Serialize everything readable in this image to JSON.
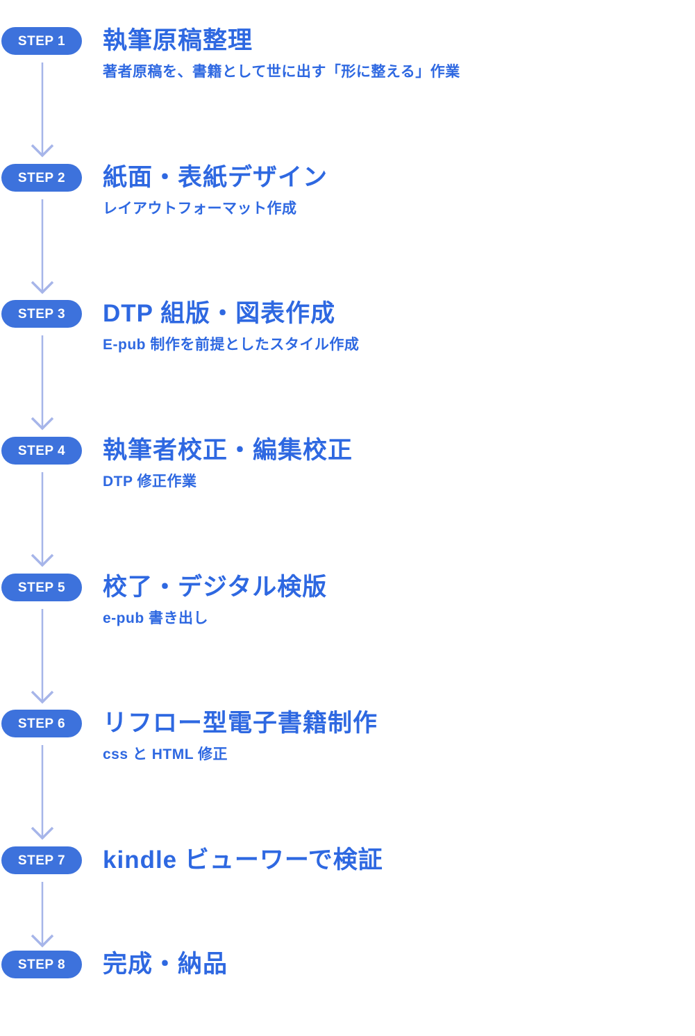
{
  "flow": {
    "description": "Publishing workflow step diagram (8 steps)",
    "colors": {
      "badge_background": "#3D72DC",
      "badge_text": "#FFFFFF",
      "title_text": "#2E68E1",
      "subtitle_text": "#2E68E1",
      "arrow": "#A6B5E9",
      "background": "#FFFFFF"
    },
    "steps": [
      {
        "badge": "STEP 1",
        "title": "執筆原稿整理",
        "subtitle": "著者原稿を、書籍として世に出す「形に整える」作業"
      },
      {
        "badge": "STEP 2",
        "title": "紙面・表紙デザイン",
        "subtitle": "レイアウトフォーマット作成"
      },
      {
        "badge": "STEP 3",
        "title": "DTP 組版・図表作成",
        "subtitle": "E-pub 制作を前提としたスタイル作成"
      },
      {
        "badge": "STEP 4",
        "title": "執筆者校正・編集校正",
        "subtitle": "DTP 修正作業"
      },
      {
        "badge": "STEP 5",
        "title": "校了・デジタル検版",
        "subtitle": "e-pub 書き出し"
      },
      {
        "badge": "STEP 6",
        "title": "リフロー型電子書籍制作",
        "subtitle": "css と HTML 修正"
      },
      {
        "badge": "STEP 7",
        "title": "kindle ビューワーで検証",
        "subtitle": ""
      },
      {
        "badge": "STEP 8",
        "title": "完成・納品",
        "subtitle": ""
      }
    ]
  }
}
